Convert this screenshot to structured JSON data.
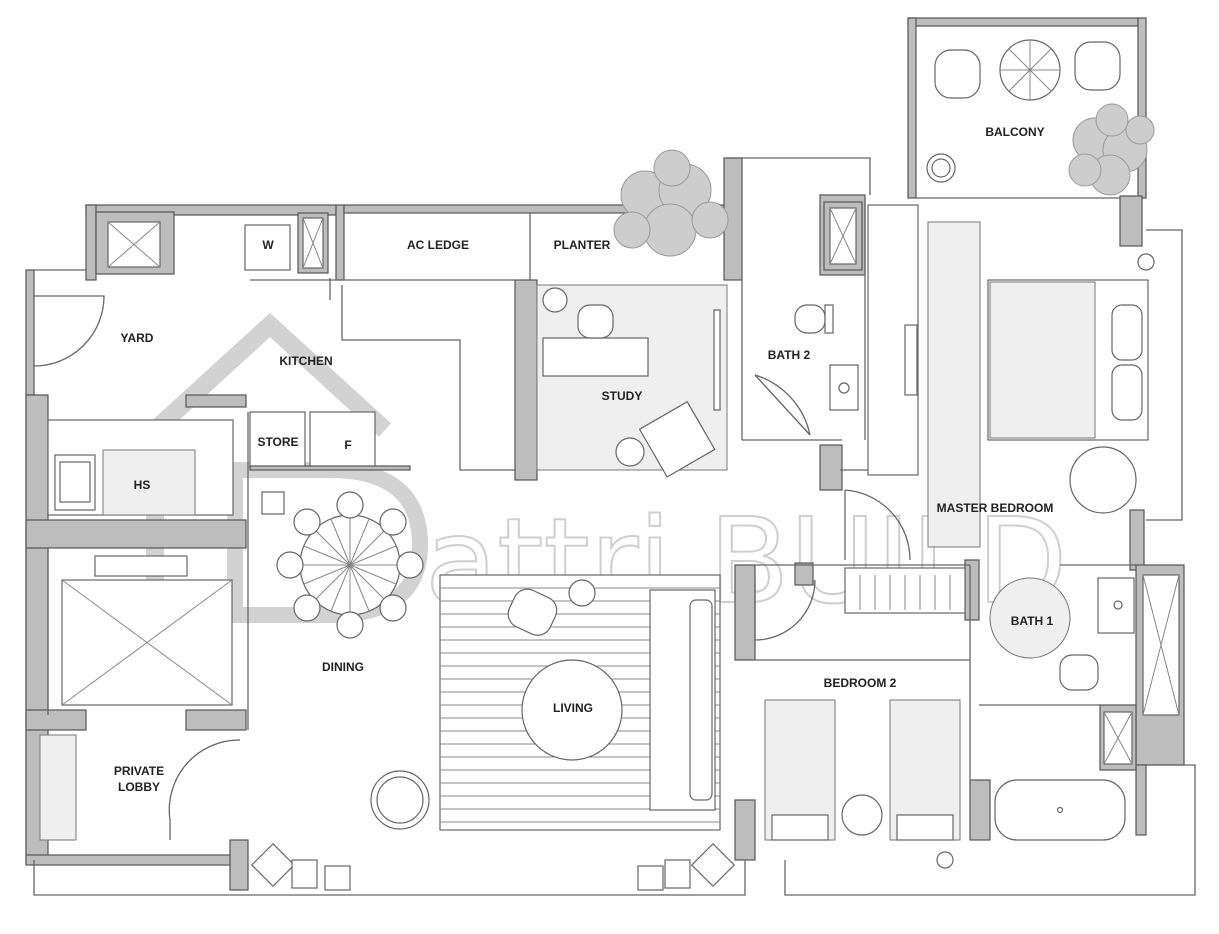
{
  "rooms": {
    "balcony": "BALCONY",
    "ac_ledge": "AC LEDGE",
    "planter": "PLANTER",
    "w": "W",
    "yard": "YARD",
    "kitchen": "KITCHEN",
    "study": "STUDY",
    "bath2": "BATH 2",
    "store": "STORE",
    "fridge": "F",
    "hs": "HS",
    "master_bedroom": "MASTER BEDROOM",
    "dining": "DINING",
    "living": "LIVING",
    "bath1": "BATH 1",
    "bedroom2": "BEDROOM 2",
    "private_lobby_line1": "PRIVATE",
    "private_lobby_line2": "LOBBY"
  },
  "watermark": "attri BUILD",
  "colors": {
    "wall": "#bdbdbd",
    "line": "#666666",
    "watermark": "#cfcfcf"
  }
}
